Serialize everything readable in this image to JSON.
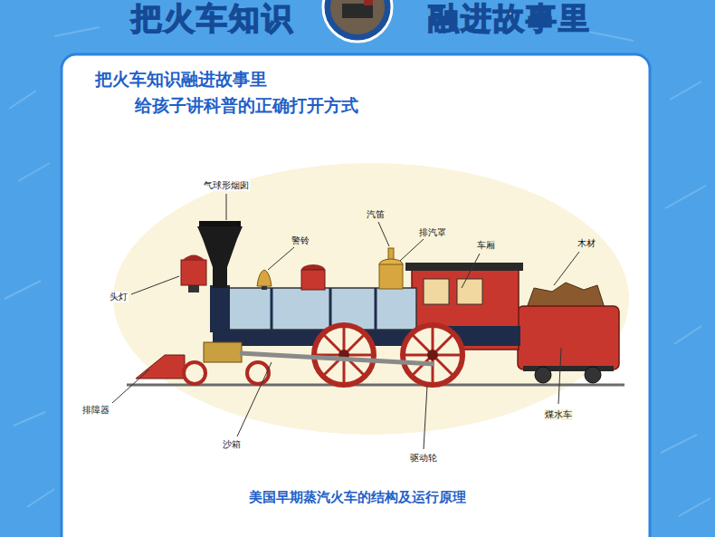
{
  "diagram": {
    "title": "把火车知识融进故事里",
    "caption": "美国早期蒸汽火车的结构及运行原理",
    "labels": [
      "把火车知识",
      "融进故事里",
      "给孩子讲科普的正确打开方式",
      "气球形烟囱",
      "警铃",
      "汽笛",
      "排汽罩",
      "车厢",
      "木材",
      "头灯",
      "排障器",
      "沙箱",
      "驱动轮",
      "煤水车"
    ]
  }
}
